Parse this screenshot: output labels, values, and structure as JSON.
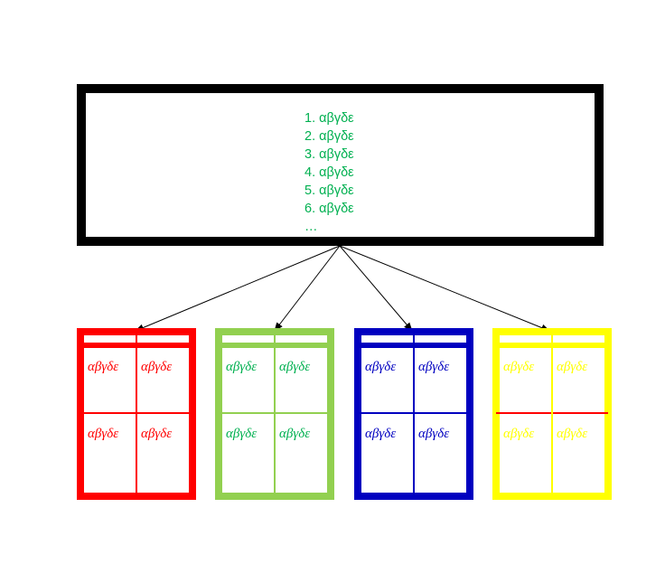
{
  "master": {
    "items": [
      "1. αβγδε",
      "2. αβγδε",
      "3. αβγδε",
      "4. αβγδε",
      "5. αβγδε",
      "6. αβγδε",
      "…"
    ]
  },
  "colors": {
    "master_border": "#000000",
    "master_text": "#00b050",
    "arrow": "#000000"
  },
  "cards": [
    {
      "name": "red",
      "border": "#ff0000",
      "text": "#ff0000",
      "line": "#ff0000",
      "mid_line": "#ff0000",
      "cells": [
        "αβγδε",
        "αβγδε",
        "αβγδε",
        "αβγδε"
      ]
    },
    {
      "name": "green",
      "border": "#92d050",
      "text": "#00b050",
      "line": "#92d050",
      "mid_line": "#92d050",
      "cells": [
        "αβγδε",
        "αβγδε",
        "αβγδε",
        "αβγδε"
      ]
    },
    {
      "name": "blue",
      "border": "#0000c0",
      "text": "#0000c0",
      "line": "#0000c0",
      "mid_line": "#0000c0",
      "cells": [
        "αβγδε",
        "αβγδε",
        "αβγδε",
        "αβγδε"
      ]
    },
    {
      "name": "yellow",
      "border": "#ffff00",
      "text": "#ffff00",
      "line": "#ffff00",
      "mid_line": "#ff0000",
      "cells": [
        "αβγδε",
        "αβγδε",
        "αβγδε",
        "αβγδε"
      ]
    }
  ]
}
